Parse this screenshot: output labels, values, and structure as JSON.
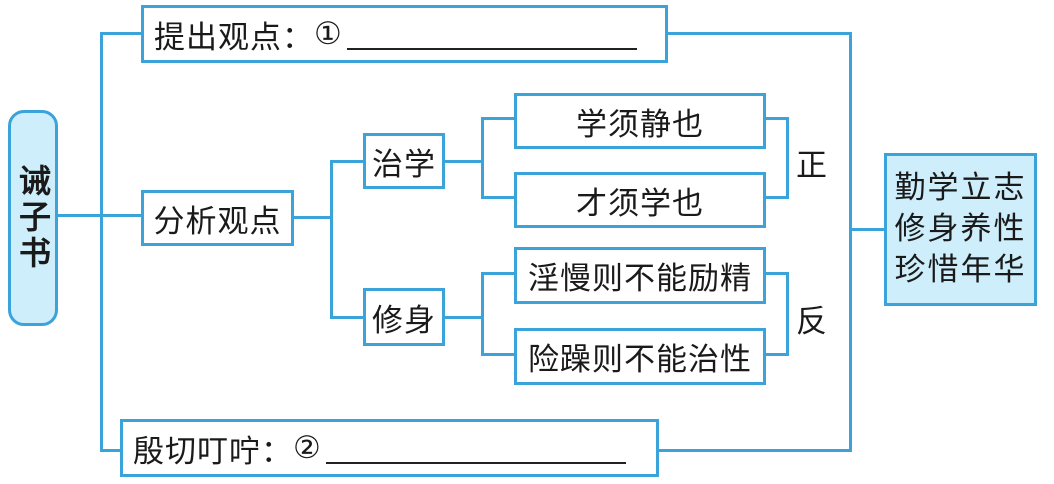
{
  "title": "诫子书",
  "branches": {
    "propose": {
      "label": "提出观点：",
      "blank_marker": "①"
    },
    "analyze": {
      "label": "分析观点"
    },
    "exhort": {
      "label": "殷切叮咛：",
      "blank_marker": "②"
    }
  },
  "analysis": {
    "study": {
      "label": "治学",
      "items": [
        "学须静也",
        "才须学也"
      ],
      "polarity": "正"
    },
    "cultivation": {
      "label": "修身",
      "items": [
        "淫慢则不能励精",
        "险躁则不能治性"
      ],
      "polarity": "反"
    }
  },
  "conclusion": {
    "lines": [
      "勤学立志",
      "修身养性",
      "珍惜年华"
    ]
  },
  "colors": {
    "line": "#3aa3da",
    "fill": "#cdeefa"
  }
}
